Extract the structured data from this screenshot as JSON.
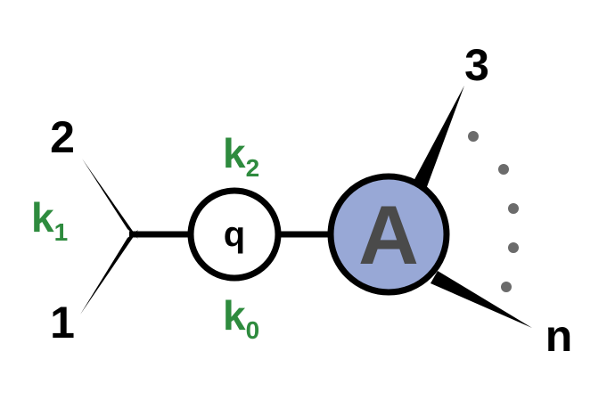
{
  "colors": {
    "line": "#000000",
    "momentum_label": "#2e8b3e",
    "amplitude_fill": "#98a8d6",
    "amplitude_letter": "#4a4a4a",
    "dots": "#6b6b6b"
  },
  "external_legs": {
    "leg_1": "1",
    "leg_2": "2",
    "leg_3": "3",
    "leg_n": "n"
  },
  "momenta": {
    "k0": {
      "base": "k",
      "sub": "0"
    },
    "k1": {
      "base": "k",
      "sub": "1"
    },
    "k2": {
      "base": "k",
      "sub": "2"
    }
  },
  "propagator": {
    "label": "q"
  },
  "amplitude": {
    "label": "A"
  }
}
